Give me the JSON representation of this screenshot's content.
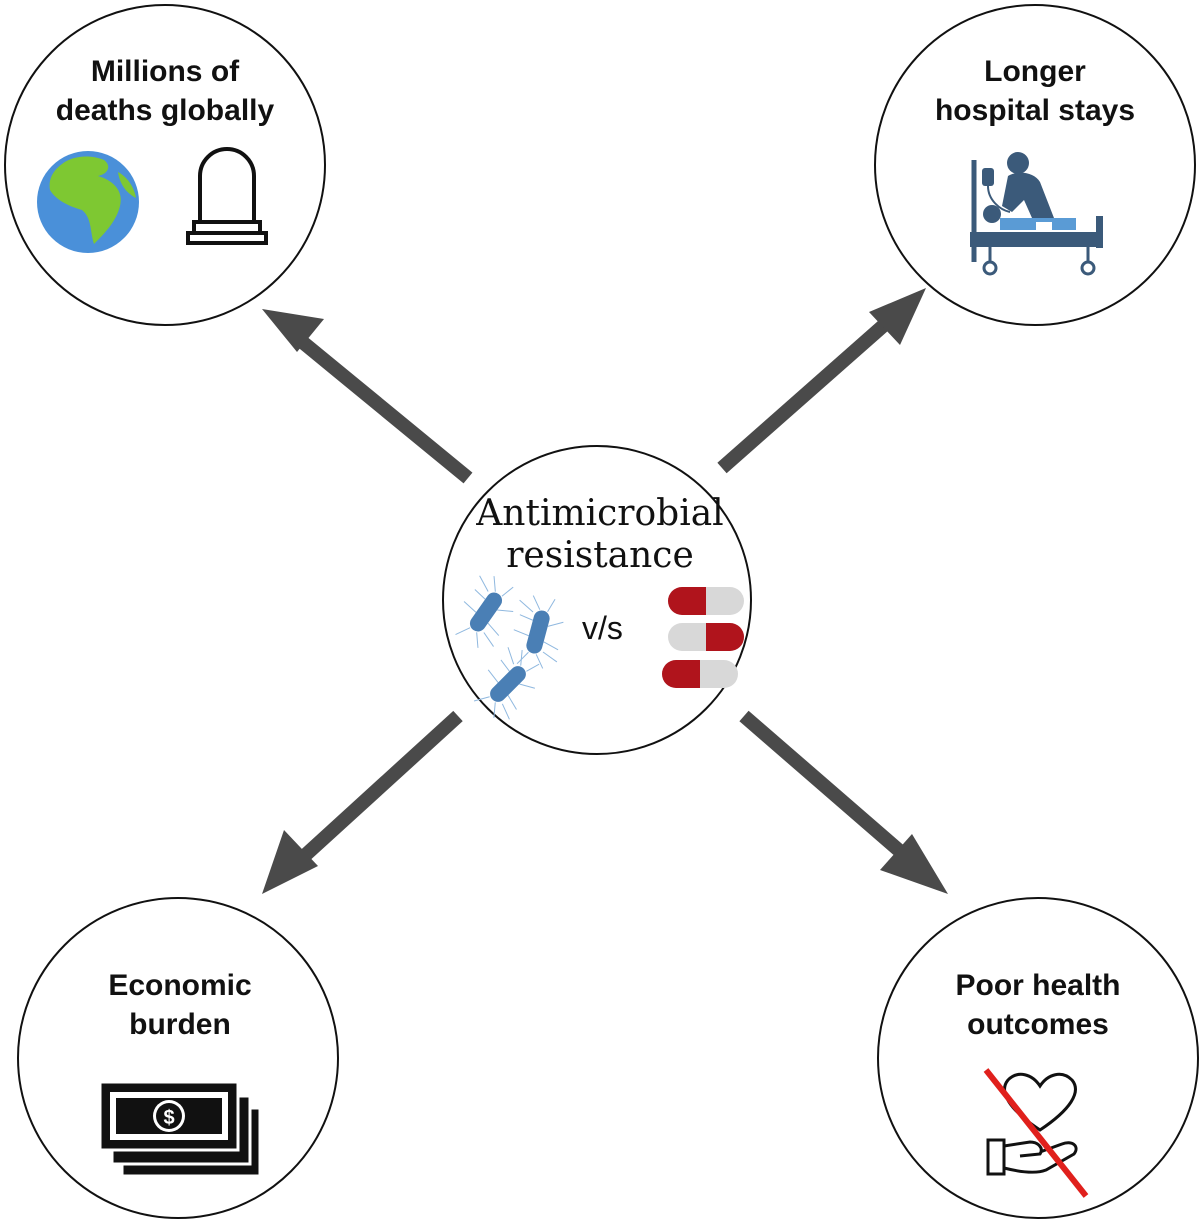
{
  "center": {
    "title_line1": "Antimicrobial",
    "title_line2": "resistance",
    "versus": "v/s"
  },
  "nodes": {
    "deaths": {
      "line1": "Millions of",
      "line2": "deaths globally"
    },
    "hospital": {
      "line1": "Longer",
      "line2": "hospital stays"
    },
    "economic": {
      "line1": "Economic",
      "line2": "burden"
    },
    "health": {
      "line1": "Poor health",
      "line2": "outcomes"
    }
  },
  "icons": {
    "deaths": [
      "globe-icon",
      "tombstone-icon"
    ],
    "hospital": [
      "hospital-bed-icon"
    ],
    "economic": [
      "money-stack-icon"
    ],
    "health": [
      "crossed-heart-hand-icon"
    ],
    "center": [
      "bacteria-icon",
      "pill-capsules-icon"
    ]
  },
  "colors": {
    "arrow": "#4a4a4a",
    "circle_stroke": "#111111",
    "bacteria": "#4a7fb5",
    "pill_red": "#b0141c",
    "pill_white": "#d8d8d8",
    "strike": "#e0201c",
    "globe_ocean": "#4a90d9",
    "globe_land": "#7ec832",
    "hospital": "#3b5a7a"
  }
}
